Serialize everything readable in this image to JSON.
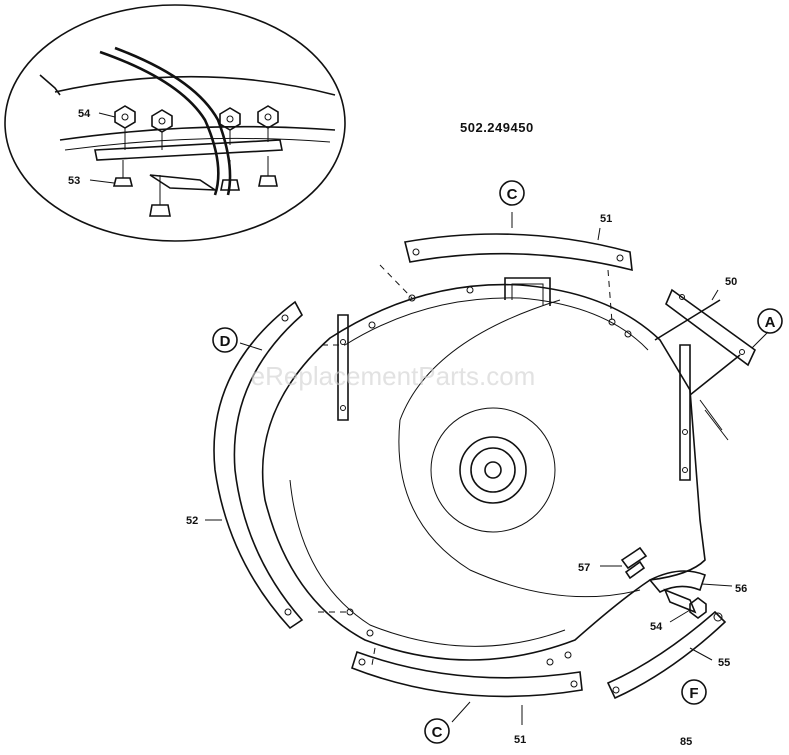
{
  "diagram": {
    "model_number": "502.249450",
    "watermark": "eReplacementParts.com",
    "callouts": {
      "A": "A",
      "C_top": "C",
      "C_bottom": "C",
      "D": "D",
      "F": "F"
    },
    "part_labels": {
      "p50": "50",
      "p51_top": "51",
      "p51_bottom": "51",
      "p52": "52",
      "p53": "53",
      "p54_inset": "54",
      "p54_main": "54",
      "p55": "55",
      "p56": "56",
      "p57": "57"
    },
    "page_code": "85"
  }
}
